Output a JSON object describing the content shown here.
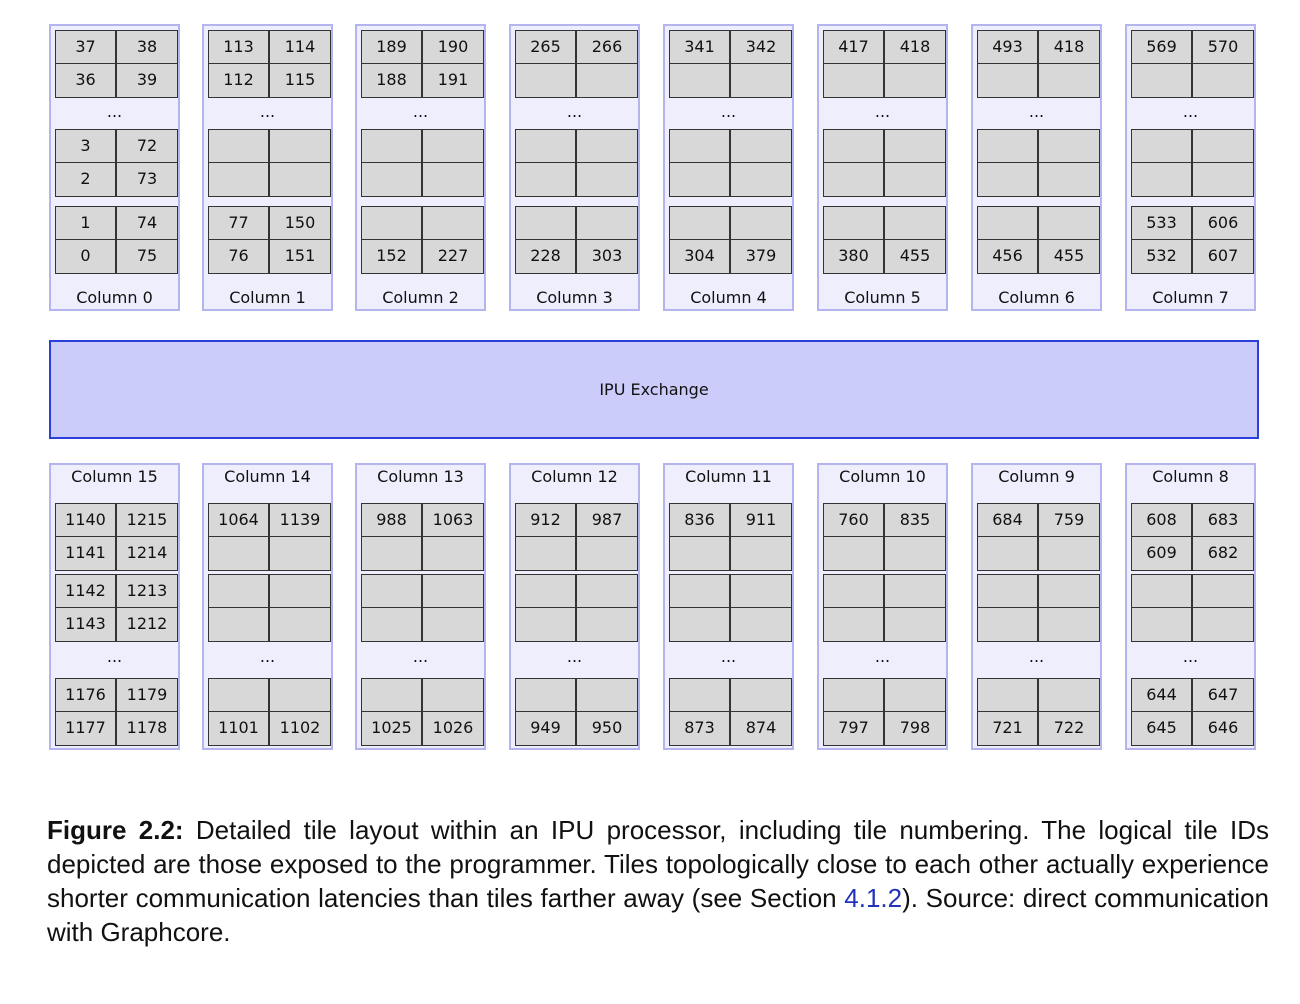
{
  "diagram": {
    "exchange_label": "IPU Exchange",
    "ellipsis": "...",
    "top_columns": [
      {
        "label": "Column 0",
        "groups": [
          [
            "37",
            "38",
            "36",
            "39"
          ],
          [
            "3",
            "72",
            "2",
            "73"
          ],
          [
            "1",
            "74",
            "0",
            "75"
          ]
        ]
      },
      {
        "label": "Column 1",
        "groups": [
          [
            "113",
            "114",
            "112",
            "115"
          ],
          [
            "",
            "",
            "",
            ""
          ],
          [
            "77",
            "150",
            "76",
            "151"
          ]
        ]
      },
      {
        "label": "Column 2",
        "groups": [
          [
            "189",
            "190",
            "188",
            "191"
          ],
          [
            "",
            "",
            "",
            ""
          ],
          [
            "",
            "",
            "152",
            "227"
          ]
        ]
      },
      {
        "label": "Column 3",
        "groups": [
          [
            "265",
            "266",
            "",
            ""
          ],
          [
            "",
            "",
            "",
            ""
          ],
          [
            "",
            "",
            "228",
            "303"
          ]
        ]
      },
      {
        "label": "Column 4",
        "groups": [
          [
            "341",
            "342",
            "",
            ""
          ],
          [
            "",
            "",
            "",
            ""
          ],
          [
            "",
            "",
            "304",
            "379"
          ]
        ]
      },
      {
        "label": "Column 5",
        "groups": [
          [
            "417",
            "418",
            "",
            ""
          ],
          [
            "",
            "",
            "",
            ""
          ],
          [
            "",
            "",
            "380",
            "455"
          ]
        ]
      },
      {
        "label": "Column 6",
        "groups": [
          [
            "493",
            "418",
            "",
            ""
          ],
          [
            "",
            "",
            "",
            ""
          ],
          [
            "",
            "",
            "456",
            "455"
          ]
        ]
      },
      {
        "label": "Column 7",
        "groups": [
          [
            "569",
            "570",
            "",
            ""
          ],
          [
            "",
            "",
            "",
            ""
          ],
          [
            "533",
            "606",
            "532",
            "607"
          ]
        ]
      }
    ],
    "bottom_columns": [
      {
        "label": "Column 15",
        "groups": [
          [
            "1140",
            "1215",
            "1141",
            "1214"
          ],
          [
            "1142",
            "1213",
            "1143",
            "1212"
          ],
          [
            "1176",
            "1179",
            "1177",
            "1178"
          ]
        ]
      },
      {
        "label": "Column 14",
        "groups": [
          [
            "1064",
            "1139",
            "",
            ""
          ],
          [
            "",
            "",
            "",
            ""
          ],
          [
            "",
            "",
            "1101",
            "1102"
          ]
        ]
      },
      {
        "label": "Column 13",
        "groups": [
          [
            "988",
            "1063",
            "",
            ""
          ],
          [
            "",
            "",
            "",
            ""
          ],
          [
            "",
            "",
            "1025",
            "1026"
          ]
        ]
      },
      {
        "label": "Column 12",
        "groups": [
          [
            "912",
            "987",
            "",
            ""
          ],
          [
            "",
            "",
            "",
            ""
          ],
          [
            "",
            "",
            "949",
            "950"
          ]
        ]
      },
      {
        "label": "Column 11",
        "groups": [
          [
            "836",
            "911",
            "",
            ""
          ],
          [
            "",
            "",
            "",
            ""
          ],
          [
            "",
            "",
            "873",
            "874"
          ]
        ]
      },
      {
        "label": "Column 10",
        "groups": [
          [
            "760",
            "835",
            "",
            ""
          ],
          [
            "",
            "",
            "",
            ""
          ],
          [
            "",
            "",
            "797",
            "798"
          ]
        ]
      },
      {
        "label": "Column 9",
        "groups": [
          [
            "684",
            "759",
            "",
            ""
          ],
          [
            "",
            "",
            "",
            ""
          ],
          [
            "",
            "",
            "721",
            "722"
          ]
        ]
      },
      {
        "label": "Column 8",
        "groups": [
          [
            "608",
            "683",
            "609",
            "682"
          ],
          [
            "",
            "",
            "",
            ""
          ],
          [
            "644",
            "647",
            "645",
            "646"
          ]
        ]
      }
    ]
  },
  "caption": {
    "figure_label": "Figure 2.2:",
    "text_before_ref": " Detailed tile layout within an IPU processor, including tile numbering.  The logical tile IDs depicted are those exposed to the programmer.  Tiles topologically close to each other actually experience shorter communication latencies than tiles farther away (see Section ",
    "ref": "4.1.2",
    "text_after_ref": "). Source: direct communication with Graphcore."
  }
}
